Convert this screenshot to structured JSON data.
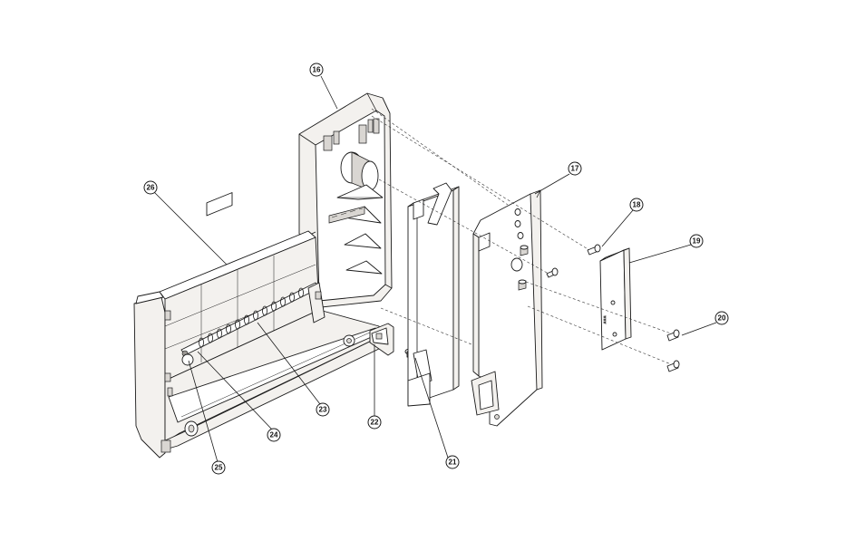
{
  "callouts": {
    "c16": "16",
    "c17": "17",
    "c18": "18",
    "c19": "19",
    "c20": "20",
    "c21": "21",
    "c22": "22",
    "c23": "23",
    "c24": "24",
    "c25": "25",
    "c26": "26"
  }
}
